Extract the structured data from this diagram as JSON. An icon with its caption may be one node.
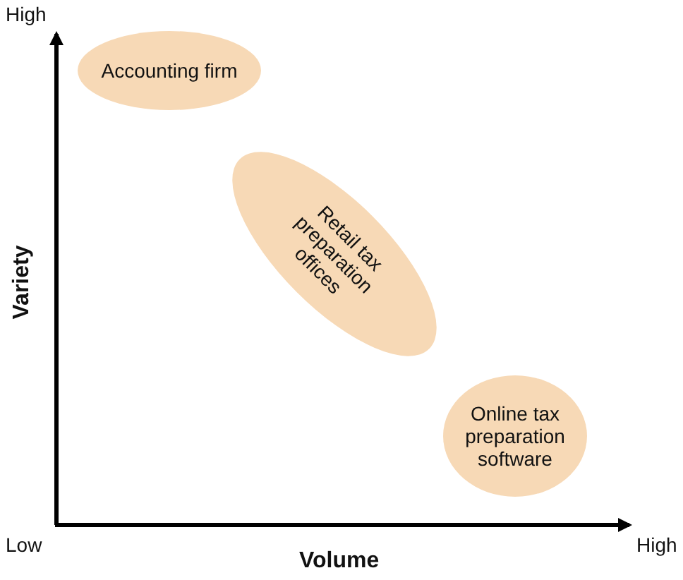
{
  "diagram": {
    "nodes": [
      {
        "text": [
          "Accounting firm"
        ]
      },
      {
        "text": [
          "Retail tax preparation offices"
        ]
      },
      {
        "text": [
          "Online tax preparation software"
        ]
      }
    ],
    "labels": [
      "High",
      "Variety",
      "Low",
      "Volume",
      "High"
    ]
  }
}
